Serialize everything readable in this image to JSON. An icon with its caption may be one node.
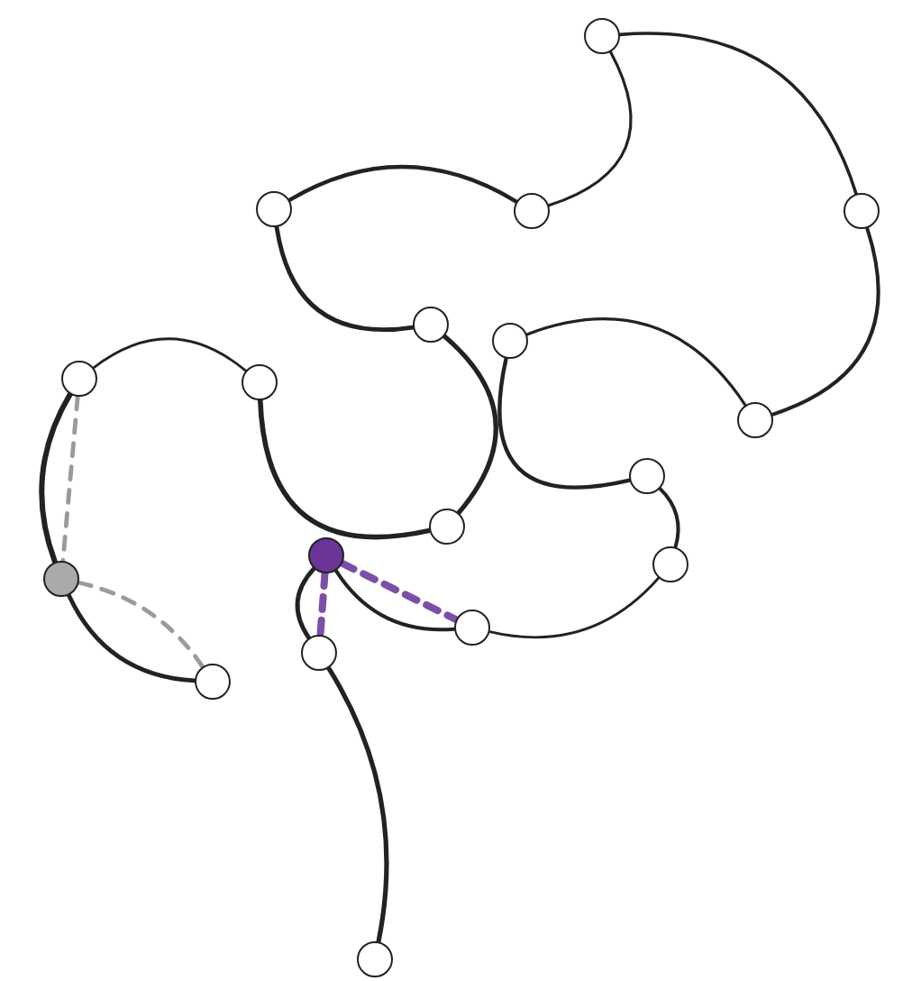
{
  "diagram": {
    "nodes": [
      {
        "text": [],
        "shape": "circle"
      },
      {
        "text": [],
        "shape": "circle"
      },
      {
        "text": [],
        "shape": "circle"
      },
      {
        "text": [],
        "shape": "circle"
      },
      {
        "text": [],
        "shape": "circle"
      },
      {
        "text": [],
        "shape": "circle"
      },
      {
        "text": [],
        "shape": "circle"
      },
      {
        "text": [],
        "shape": "circle"
      },
      {
        "text": [],
        "shape": "circle"
      },
      {
        "text": [],
        "shape": "circle"
      },
      {
        "text": [],
        "shape": "circle"
      },
      {
        "text": [],
        "shape": "circle"
      },
      {
        "text": [],
        "shape": "circle"
      },
      {
        "text": [],
        "shape": "circle"
      },
      {
        "text": [],
        "shape": "circle"
      },
      {
        "text": [],
        "shape": "circle"
      },
      {
        "text": [],
        "shape": "circle"
      },
      {
        "text": [],
        "shape": "circle"
      }
    ],
    "edges": [
      {
        "from": 17,
        "to": 15,
        "arrow": "none"
      },
      {
        "from": 15,
        "to": 13,
        "arrow": "none"
      },
      {
        "from": 13,
        "to": 14,
        "arrow": "none"
      },
      {
        "from": 14,
        "to": 11,
        "arrow": "none"
      },
      {
        "from": 11,
        "to": 9,
        "arrow": "none"
      },
      {
        "from": 9,
        "to": 5,
        "arrow": "none"
      },
      {
        "from": 5,
        "to": 8,
        "arrow": "none"
      },
      {
        "from": 8,
        "to": 3,
        "arrow": "none"
      },
      {
        "from": 3,
        "to": 0,
        "arrow": "none"
      },
      {
        "from": 0,
        "to": 2,
        "arrow": "none"
      },
      {
        "from": 2,
        "to": 1,
        "arrow": "none"
      },
      {
        "from": 1,
        "to": 4,
        "arrow": "none"
      },
      {
        "from": 4,
        "to": 10,
        "arrow": "none"
      },
      {
        "from": 10,
        "to": 7,
        "arrow": "none"
      },
      {
        "from": 7,
        "to": 6,
        "arrow": "none"
      },
      {
        "from": 6,
        "to": 12,
        "arrow": "none"
      },
      {
        "from": 12,
        "to": 16,
        "arrow": "none"
      },
      {
        "from": 6,
        "to": 12,
        "arrow": "none",
        "style": "dashed",
        "color": "#9a9a9a"
      },
      {
        "from": 12,
        "to": 16,
        "arrow": "none",
        "style": "dashed",
        "color": "#9a9a9a"
      },
      {
        "from": 13,
        "to": 15,
        "arrow": "none",
        "style": "dashed",
        "color": "#7b4fa8"
      },
      {
        "from": 13,
        "to": 14,
        "arrow": "none",
        "style": "dashed",
        "color": "#7b4fa8"
      }
    ]
  }
}
